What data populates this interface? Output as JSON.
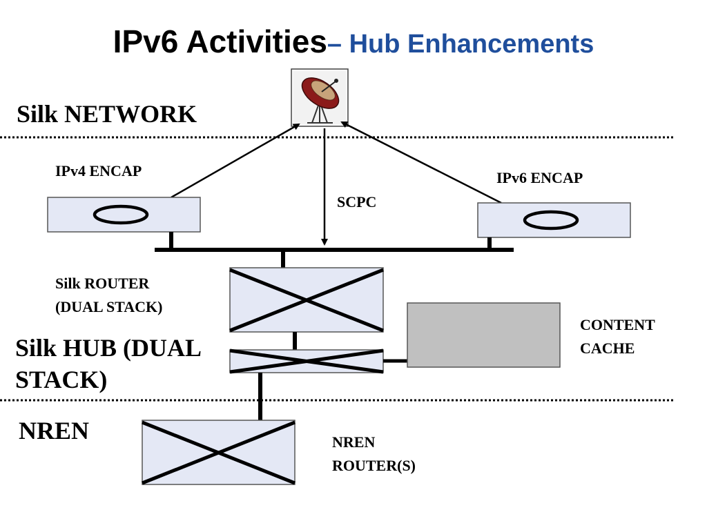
{
  "title": {
    "main": "IPv6 Activities",
    "sub": "– Hub Enhancements"
  },
  "zones": {
    "silk_network": "Silk NETWORK",
    "silk_hub_line1": "Silk HUB (DUAL",
    "silk_hub_line2": "STACK)",
    "nren": "NREN"
  },
  "labels": {
    "ipv4_encap": "IPv4 ENCAP",
    "ipv6_encap": "IPv6 ENCAP",
    "scpc": "SCPC",
    "silk_router_line1": "Silk ROUTER",
    "silk_router_line2": "(DUAL STACK)",
    "content_cache_line1": "CONTENT",
    "content_cache_line2": "CACHE",
    "nren_router_line1": "NREN",
    "nren_router_line2": "ROUTER(S)"
  },
  "icons": {
    "satellite": "satellite-dish-icon"
  },
  "colors": {
    "title_accent": "#1f4e9c",
    "box_fill": "#e4e8f5",
    "cache_fill": "#c0c0c0",
    "dish_red": "#8b1a1a"
  }
}
